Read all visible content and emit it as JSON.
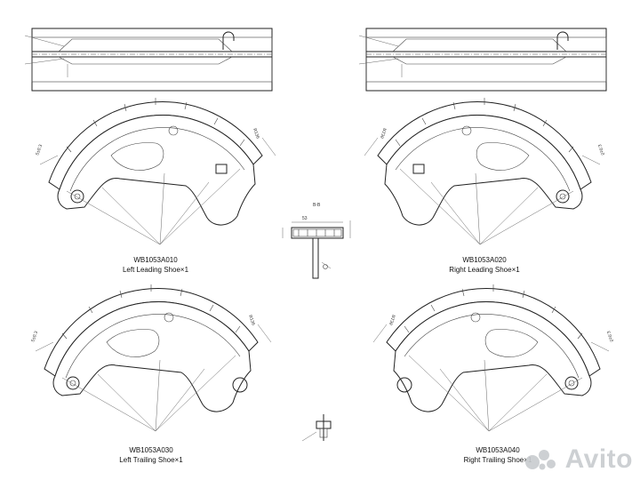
{
  "parts": [
    {
      "code": "WB1053A010",
      "name": "Left Leading Shoe×1"
    },
    {
      "code": "WB1053A020",
      "name": "Right Leading Shoe×1"
    },
    {
      "code": "WB1053A030",
      "name": "Left Trailing Shoe×1"
    },
    {
      "code": "WB1053A040",
      "name": "Right Trailing Shoe×1"
    }
  ],
  "watermark": {
    "text": "Avito",
    "icon": "avito-dots-icon",
    "color": "#c8cccf"
  }
}
